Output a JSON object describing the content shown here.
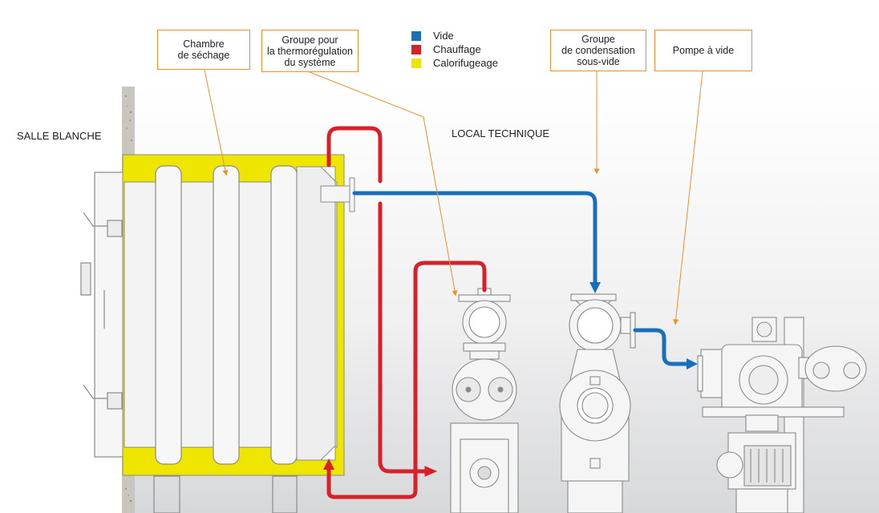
{
  "labels": {
    "chambre_de_sechage": [
      "Chambre",
      "de séchage"
    ],
    "groupe_thermoregulation": [
      "Groupe pour",
      "la thermorégulation",
      "du système"
    ],
    "groupe_condensation": [
      "Groupe",
      "de condensation",
      "sous-vide"
    ],
    "pompe_a_vide": [
      "Pompe à vide"
    ],
    "salle_blanche": "SALLE BLANCHE",
    "local_technique": "LOCAL TECHNIQUE"
  },
  "legend": [
    {
      "label": "Vide",
      "color": "#1a6fba"
    },
    {
      "label": "Chauffage",
      "color": "#d8202a"
    },
    {
      "label": "Calorifugeage",
      "color": "#efe600"
    }
  ],
  "colors": {
    "callout_border": "#e8912b",
    "vacuum_line": "#1a6fba",
    "heating_line": "#d8202a",
    "insulation": "#efe600",
    "equipment_line": "#8a8a8a"
  }
}
